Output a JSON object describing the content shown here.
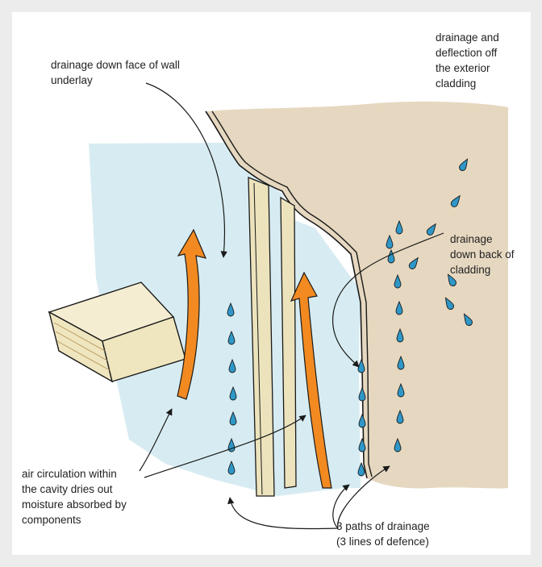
{
  "labels": {
    "wall_underlay_drainage": "drainage down face of wall\nunderlay",
    "cladding_deflection": "drainage and\ndeflection off\nthe exterior\ncladding",
    "back_of_cladding": "drainage\ndown back of\ncladding",
    "air_circulation": "air circulation within\nthe cavity dries out\nmoisture absorbed by\ncomponents",
    "three_paths": "3 paths of drainage\n(3 lines of defence)"
  },
  "colors": {
    "cavity_blue": "#d7ecf2",
    "cladding_tan": "#e6d8c0",
    "batten_yellow": "#ece3bd",
    "timber": "#efe6bf",
    "arrow_orange": "#f28a21",
    "drop_blue": "#2f97c8",
    "outline": "#1a1a1a"
  }
}
